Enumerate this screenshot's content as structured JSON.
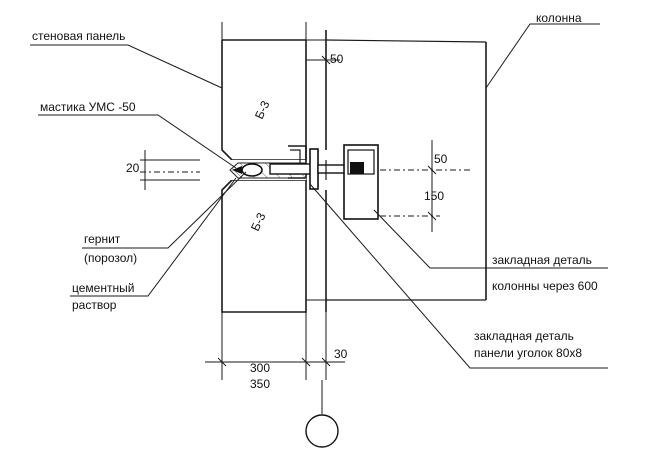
{
  "labels": {
    "wall_panel": "стеновая панель",
    "column": "колонна",
    "mastic": "мастика УМС -50",
    "gernit": "гернит",
    "porozol": "(порозол)",
    "cement_1": "цементный",
    "cement_2": "раствор",
    "embedded_column_1": "закладная деталь",
    "embedded_column_2": "колонны через 600",
    "embedded_panel_1": "закладная деталь",
    "embedded_panel_2": "панели уголок 80х8"
  },
  "dimensions": {
    "gap_top": "50",
    "joint_width": "20",
    "plate_offset": "50",
    "plate_height": "150",
    "panel_thickness": "300",
    "total_thickness": "350",
    "bottom_gap": "30"
  },
  "panel_marks": {
    "upper": "Б-3",
    "lower": "Б-3"
  }
}
